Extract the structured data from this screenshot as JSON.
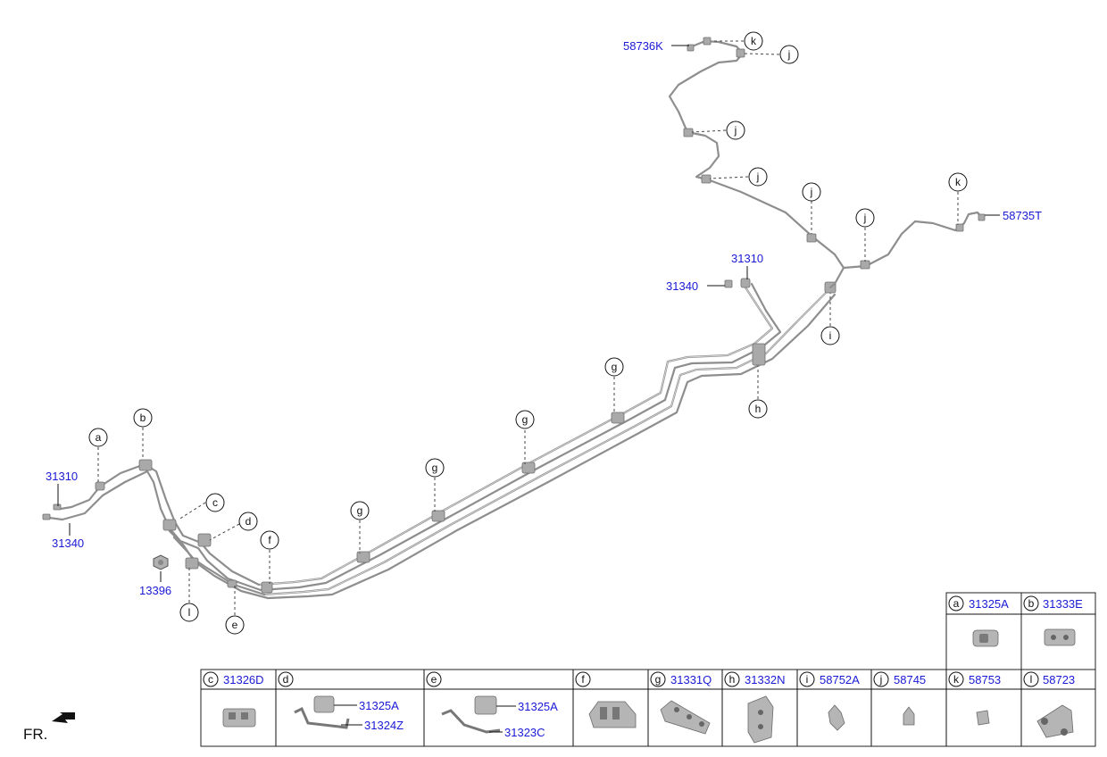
{
  "callouts": {
    "a": "a",
    "b": "b",
    "c": "c",
    "d": "d",
    "e": "e",
    "f": "f",
    "g": "g",
    "h": "h",
    "i": "i",
    "j": "j",
    "k": "k",
    "l": "l"
  },
  "part_numbers": {
    "p58736K": "58736K",
    "p58735T": "58735T",
    "p31310_right": "31310",
    "p31340_right": "31340",
    "p31310_left": "31310",
    "p31340_left": "31340",
    "p13396": "13396"
  },
  "legend": {
    "a": {
      "letter": "a",
      "part": "31325A"
    },
    "b": {
      "letter": "b",
      "part": "31333E"
    },
    "c": {
      "letter": "c",
      "part": "31326D"
    },
    "d": {
      "letter": "d",
      "sub1": "31325A",
      "sub2": "31324Z"
    },
    "e": {
      "letter": "e",
      "sub1": "31325A",
      "sub2": "31323C"
    },
    "f": {
      "letter": "f",
      "part": ""
    },
    "g": {
      "letter": "g",
      "part": "31331Q"
    },
    "h": {
      "letter": "h",
      "part": "31332N"
    },
    "i": {
      "letter": "i",
      "part": "58752A"
    },
    "j": {
      "letter": "j",
      "part": "58745"
    },
    "k": {
      "letter": "k",
      "part": "58753"
    },
    "l": {
      "letter": "l",
      "part": "58723"
    }
  },
  "direction_label": "FR."
}
